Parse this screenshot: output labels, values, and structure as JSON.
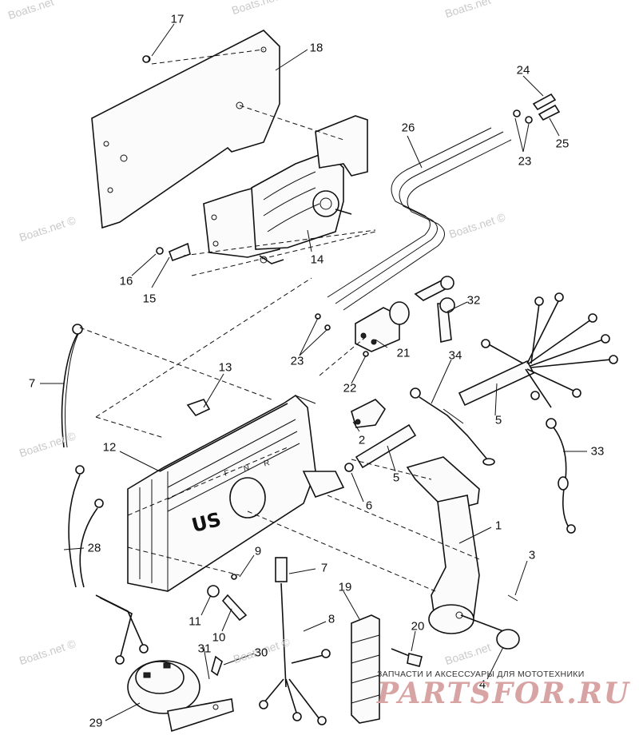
{
  "watermarks": [
    "Boats.net",
    "Boats.net ©",
    "Boats.net",
    "Boats.net ©",
    "Boats.net ©",
    "Boats.net ©",
    "Boats.net ©",
    "Boats.net"
  ],
  "panel_markings": {
    "logo_text": "US",
    "shift_letters": "F N R"
  },
  "callouts": [
    "17",
    "18",
    "24",
    "26",
    "23",
    "25",
    "16",
    "15",
    "14",
    "32",
    "23",
    "21",
    "7",
    "13",
    "22",
    "34",
    "5",
    "12",
    "2",
    "5",
    "33",
    "6",
    "1",
    "28",
    "9",
    "7",
    "3",
    "11",
    "10",
    "19",
    "8",
    "20",
    "31",
    "30",
    "4",
    "29"
  ],
  "brand": {
    "tagline": "ЗАПЧАСТИ И АКСЕССУАРЫ ДЛЯ МОТОТЕХНИКИ",
    "logo": "PARTSFOR.RU"
  }
}
